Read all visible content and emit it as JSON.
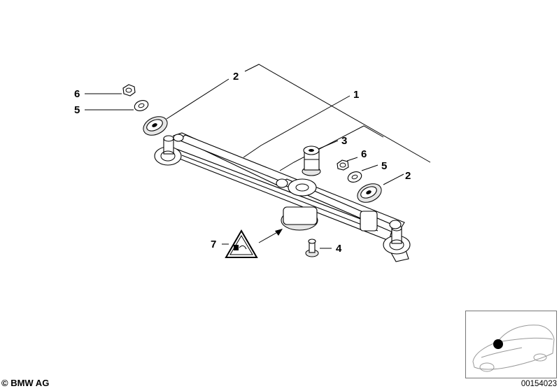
{
  "callouts": [
    {
      "id": "c1",
      "label": "1"
    },
    {
      "id": "c2a",
      "label": "2"
    },
    {
      "id": "c2b",
      "label": "2"
    },
    {
      "id": "c3",
      "label": "3"
    },
    {
      "id": "c4",
      "label": "4"
    },
    {
      "id": "c5a",
      "label": "5"
    },
    {
      "id": "c5b",
      "label": "5"
    },
    {
      "id": "c6a",
      "label": "6"
    },
    {
      "id": "c6b",
      "label": "6"
    },
    {
      "id": "c7",
      "label": "7"
    }
  ],
  "copyright": "© BMW AG",
  "doc_number": "00154023"
}
